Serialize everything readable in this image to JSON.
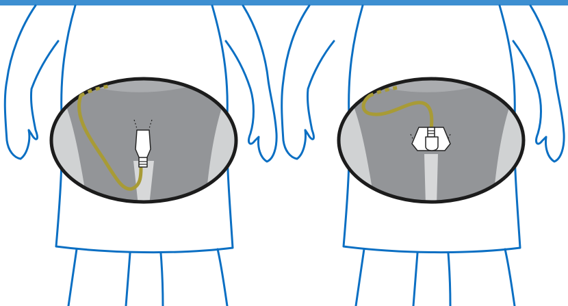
{
  "colors": {
    "top_band": "#3d8fd1",
    "outline": "#0b6fc3",
    "skin_fill": "#ffffff",
    "xray_bg": "#939598",
    "xray_light": "#d7d8d9",
    "xray_mid": "#b4b6b8",
    "lens_rim": "#1c1c1c",
    "tube": "#a89b36",
    "bag_fill": "#ffffff",
    "bag_stroke": "#222222"
  },
  "panels": [
    {
      "id": "left",
      "device": "pouch-vertical",
      "tube": "drain-tube-long"
    },
    {
      "id": "right",
      "device": "pouch-tilted",
      "tube": "drain-tube-short"
    }
  ]
}
